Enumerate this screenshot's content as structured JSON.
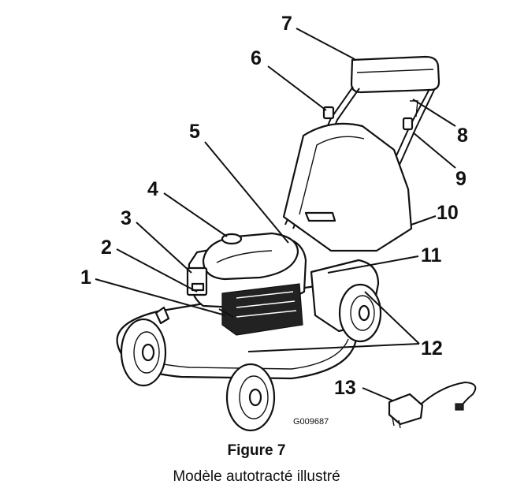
{
  "callouts": [
    "1",
    "2",
    "3",
    "4",
    "5",
    "6",
    "7",
    "8",
    "9",
    "10",
    "11",
    "12",
    "13"
  ],
  "drawing_code": "G009687",
  "caption": {
    "title": "Figure 7",
    "subtitle": "Modèle autotracté illustré"
  }
}
